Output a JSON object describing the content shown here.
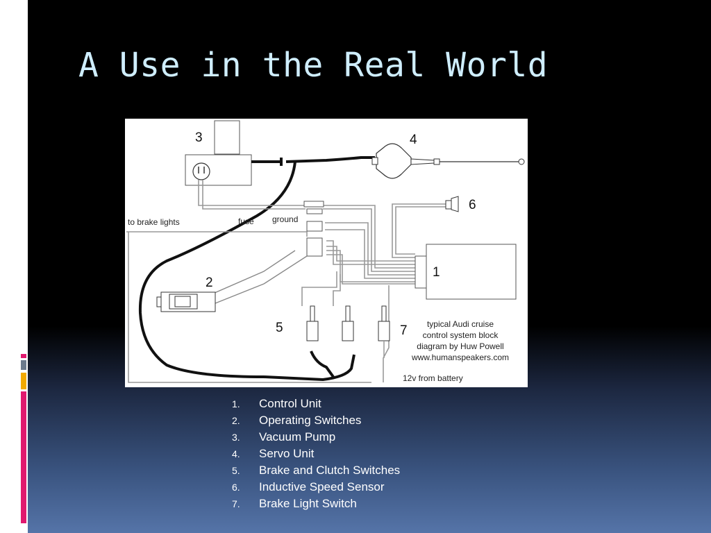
{
  "slide": {
    "title": "A Use in the Real World"
  },
  "diagram": {
    "labels": {
      "n1": "1",
      "n2": "2",
      "n3": "3",
      "n4": "4",
      "n5": "5",
      "n6": "6",
      "n7": "7",
      "brake_lights": "to brake lights",
      "fuse": "fuse",
      "ground": "ground",
      "battery": "12v from battery"
    },
    "caption": [
      "typical Audi cruise",
      "control system block",
      "diagram by Huw Powell",
      "www.humanspeakers.com"
    ]
  },
  "legend": {
    "items": [
      {
        "num": "1.",
        "label": "Control Unit"
      },
      {
        "num": "2.",
        "label": "Operating Switches"
      },
      {
        "num": "3.",
        "label": "Vacuum Pump"
      },
      {
        "num": "4.",
        "label": "Servo Unit"
      },
      {
        "num": "5.",
        "label": "Brake and Clutch Switches"
      },
      {
        "num": "6.",
        "label": "Inductive Speed Sensor"
      },
      {
        "num": "7.",
        "label": "Brake Light Switch"
      }
    ]
  },
  "colors": {
    "title": "#cfeeff",
    "accent_magenta": "#e0196e",
    "accent_gray": "#6b7a8c",
    "accent_orange": "#f2a900"
  }
}
